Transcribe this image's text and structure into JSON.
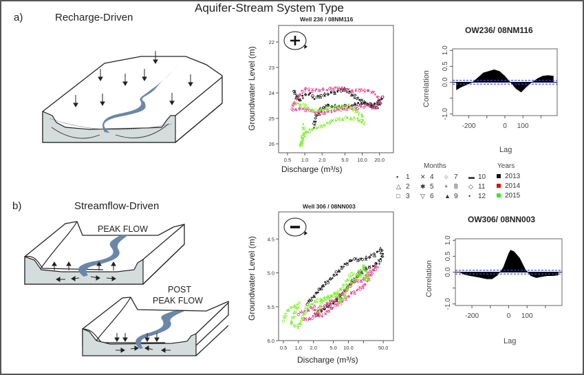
{
  "figure": {
    "title": "Aquifer-Stream System Type",
    "panels": [
      {
        "letter": "a)",
        "type_label": "Recharge-Driven"
      },
      {
        "letter": "b)",
        "type_label": "Streamflow-Driven",
        "diagram_labels": [
          "PEAK FLOW",
          "POST",
          "PEAK FLOW"
        ]
      }
    ],
    "colors": {
      "stream": "#6b87a8",
      "aquifer": "#d4dcdc",
      "pink": "#e8408a",
      "green": "#7cf02a",
      "black": "#111111",
      "ci_line": "#3b4cf0"
    }
  },
  "legend": {
    "months_title": "Months",
    "months": [
      {
        "sym": "▪",
        "label": "1"
      },
      {
        "sym": "✕",
        "label": "4"
      },
      {
        "sym": "○",
        "label": "7"
      },
      {
        "sym": "▬",
        "label": "10"
      },
      {
        "sym": "△",
        "label": "2"
      },
      {
        "sym": "✱",
        "label": "5"
      },
      {
        "sym": "+",
        "label": "8"
      },
      {
        "sym": "◇",
        "label": "11"
      },
      {
        "sym": "□",
        "label": "3"
      },
      {
        "sym": "▽",
        "label": "6"
      },
      {
        "sym": "▲",
        "label": "9"
      },
      {
        "sym": "•",
        "label": "12"
      }
    ],
    "years_title": "Years",
    "years": [
      {
        "label": "2013",
        "color": "#111111"
      },
      {
        "label": "2014",
        "color": "#e01010"
      },
      {
        "label": "2015",
        "color": "#33ee22"
      }
    ]
  },
  "chart_data": [
    {
      "type": "scatter",
      "title": "Well 236 / 08NM116",
      "xlabel": "Discharge (m³/s)",
      "ylabel": "Groundwater Level (m)",
      "xscale": "log",
      "xlim": [
        0.35,
        35
      ],
      "ylim": [
        26.35,
        21.35
      ],
      "yreversed": true,
      "xticks": [
        0.5,
        1.0,
        2.0,
        5.0,
        10.0,
        20.0
      ],
      "xtick_labels": [
        "0.5",
        "1.0",
        "2.0",
        "5.0",
        "10.0",
        "20.0"
      ],
      "yticks": [
        22,
        23,
        24,
        25,
        26
      ],
      "ytick_labels": [
        "22",
        "23",
        "24",
        "25",
        "26"
      ],
      "hysteresis_sign": "+",
      "series": [
        {
          "name": "2013",
          "color": "#111111",
          "x": [
            0.65,
            0.7,
            0.8,
            1.0,
            1.2,
            1.5,
            2.0,
            3.0,
            5.0,
            8.0,
            12.0,
            18.0,
            22.0,
            20.0,
            15.0,
            10.0,
            6.0,
            4.0,
            2.5,
            2.0,
            1.7,
            1.5,
            1.5,
            1.4
          ],
          "y": [
            23.9,
            24.1,
            24.3,
            24.1,
            24.0,
            24.2,
            24.1,
            24.0,
            23.85,
            24.2,
            24.4,
            24.6,
            24.2,
            24.3,
            24.5,
            24.4,
            24.5,
            24.55,
            24.5,
            24.6,
            24.8,
            25.0,
            25.3,
            25.4
          ]
        },
        {
          "name": "2014",
          "color": "#e8408a",
          "x": [
            0.6,
            0.65,
            0.8,
            1.0,
            1.5,
            2.5,
            4.0,
            6.0,
            10.0,
            15.0,
            18.0,
            20.0,
            17.0,
            12.0,
            8.0,
            5.0,
            3.0,
            2.0,
            1.2,
            0.9,
            0.6
          ],
          "y": [
            24.6,
            24.4,
            24.1,
            23.85,
            23.9,
            23.85,
            23.8,
            23.9,
            23.9,
            23.95,
            24.1,
            24.3,
            24.6,
            24.5,
            24.6,
            24.6,
            24.7,
            24.8,
            24.7,
            24.6,
            24.7
          ]
        },
        {
          "name": "2015",
          "color": "#7cf02a",
          "x": [
            0.7,
            0.8,
            1.0,
            1.3,
            1.8,
            2.5,
            4.0,
            6.0,
            8.0,
            10.0,
            10.5,
            8.0,
            5.0,
            3.0,
            2.0,
            1.4,
            1.0,
            0.9,
            0.85,
            1.0,
            0.9
          ],
          "y": [
            24.4,
            24.45,
            24.5,
            24.7,
            24.7,
            24.6,
            24.55,
            24.5,
            24.75,
            24.9,
            25.2,
            25.0,
            25.0,
            25.1,
            25.3,
            25.4,
            25.6,
            25.8,
            26.1,
            25.5,
            25.2
          ]
        }
      ]
    },
    {
      "type": "area",
      "title": "OW236/ 08NM116",
      "xlabel": "Lag",
      "ylabel": "Correlation",
      "xlim": [
        -290,
        290
      ],
      "ylim": [
        -1.05,
        1.05
      ],
      "xticks": [
        -200,
        -100,
        0,
        100,
        200
      ],
      "xtick_labels": [
        "-200",
        "",
        "0",
        "100",
        ""
      ],
      "yticks": [
        -1.0,
        -0.5,
        0.0,
        0.5,
        1.0
      ],
      "ytick_labels": [
        "-1.0",
        "",
        "0.0",
        "0.5",
        "1.0"
      ],
      "confidence_band": 0.06,
      "x": [
        -270,
        -240,
        -210,
        -180,
        -150,
        -120,
        -90,
        -60,
        -30,
        0,
        30,
        60,
        90,
        120,
        150,
        180,
        210,
        240,
        270
      ],
      "y": [
        -0.25,
        -0.15,
        -0.08,
        0.0,
        0.15,
        0.3,
        0.35,
        0.4,
        0.35,
        0.2,
        0.0,
        -0.2,
        -0.32,
        -0.15,
        0.0,
        0.12,
        0.2,
        0.22,
        0.2
      ]
    },
    {
      "type": "scatter",
      "title": "Well 306 / 08NN003",
      "xlabel": "Discharge (m³/s)",
      "ylabel": "Groundwater Level (m)",
      "xscale": "log",
      "xlim": [
        0.4,
        80
      ],
      "ylim": [
        6.0,
        4.1
      ],
      "yreversed": true,
      "xticks": [
        0.5,
        1.0,
        2.0,
        5.0,
        10.0,
        20.0,
        50.0
      ],
      "xtick_labels": [
        "0.5",
        "1.0",
        "2.0",
        "5.0",
        "10.0",
        "",
        "50.0"
      ],
      "yticks": [
        4.5,
        5.0,
        5.5,
        6.0
      ],
      "ytick_labels": [
        "4.5",
        "5.0",
        "5.5",
        "6.0"
      ],
      "hysteresis_sign": "-",
      "series": [
        {
          "name": "2013",
          "color": "#111111",
          "x": [
            1.5,
            2.0,
            3.0,
            5.0,
            8.0,
            12.0,
            20.0,
            30.0,
            45.0,
            48.0,
            40.0,
            30.0,
            20.0,
            10.0,
            6.0,
            3.0,
            2.2,
            2.5
          ],
          "y": [
            5.45,
            5.35,
            5.2,
            5.05,
            4.9,
            4.8,
            4.8,
            4.75,
            4.65,
            4.75,
            4.85,
            4.9,
            4.95,
            5.2,
            5.4,
            5.55,
            5.6,
            5.65
          ]
        },
        {
          "name": "2014",
          "color": "#e8408a",
          "x": [
            1.0,
            1.5,
            2.0,
            2.5,
            3.5,
            5.0,
            8.0,
            12.0,
            20.0,
            30.0,
            38.0,
            30.0,
            20.0,
            12.0,
            8.0,
            5.0,
            3.0,
            2.0,
            1.5,
            1.2
          ],
          "y": [
            5.6,
            5.55,
            5.5,
            5.65,
            5.6,
            5.5,
            5.4,
            5.3,
            5.2,
            5.0,
            4.9,
            4.95,
            5.1,
            5.15,
            5.3,
            5.4,
            5.5,
            5.65,
            5.7,
            5.65
          ]
        },
        {
          "name": "2015",
          "color": "#7cf02a",
          "x": [
            0.5,
            0.6,
            0.8,
            1.0,
            0.7,
            1.0,
            1.5,
            2.5,
            4.0,
            6.0,
            7.0,
            10.0,
            15.0,
            20.0,
            25.0,
            18.0,
            12.0,
            8.0,
            5.0,
            3.0,
            2.5,
            2.5
          ],
          "y": [
            5.7,
            5.55,
            5.5,
            5.45,
            5.75,
            5.8,
            5.5,
            5.4,
            5.35,
            5.3,
            5.45,
            5.2,
            5.05,
            4.9,
            5.1,
            5.05,
            5.0,
            5.2,
            5.35,
            5.4,
            5.55,
            5.6
          ]
        }
      ]
    },
    {
      "type": "area",
      "title": "OW306/ 08NN003",
      "xlabel": "Lag",
      "ylabel": "Correlation",
      "xlim": [
        -290,
        290
      ],
      "ylim": [
        -1.05,
        1.05
      ],
      "xticks": [
        -200,
        -100,
        0,
        100,
        200
      ],
      "xtick_labels": [
        "-200",
        "",
        "0",
        "100",
        ""
      ],
      "yticks": [
        -1.0,
        -0.5,
        0.0,
        0.5,
        1.0
      ],
      "ytick_labels": [
        "-1.0",
        "",
        "0.0",
        "0.5",
        "1.0"
      ],
      "confidence_band": 0.06,
      "x": [
        -270,
        -240,
        -210,
        -180,
        -150,
        -120,
        -90,
        -60,
        -30,
        0,
        10,
        30,
        60,
        90,
        120,
        150,
        180,
        210,
        240,
        270
      ],
      "y": [
        0.0,
        -0.08,
        -0.12,
        -0.15,
        -0.18,
        -0.22,
        -0.22,
        -0.1,
        0.15,
        0.6,
        0.7,
        0.65,
        0.45,
        0.1,
        -0.12,
        -0.18,
        -0.15,
        -0.12,
        -0.12,
        -0.1
      ]
    }
  ]
}
